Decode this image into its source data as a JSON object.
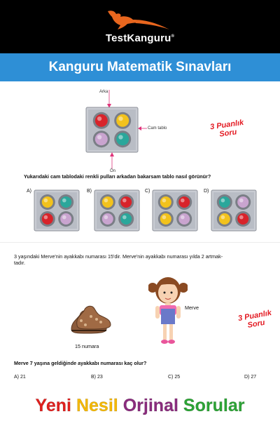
{
  "header": {
    "logo_text": "TestKanguru",
    "logo_reg": "®"
  },
  "title": "Kanguru Matematik Sınavları",
  "q1": {
    "arrow_top_label": "Arka",
    "arrow_bottom_label": "Ön",
    "side_label": "Cam tablo",
    "points_line1": "3 Puanlık",
    "points_line2": "Soru",
    "question": "Yukarıdaki cam tablodaki renkli pulları arkadan bakarsam tablo nasıl görünür?",
    "main_board": [
      "red",
      "yellow",
      "purple",
      "teal"
    ],
    "options": [
      {
        "letter": "A)",
        "colors": [
          "yellow",
          "teal",
          "red",
          "purple"
        ]
      },
      {
        "letter": "B)",
        "colors": [
          "yellow",
          "red",
          "purple",
          "teal"
        ]
      },
      {
        "letter": "C)",
        "colors": [
          "yellow",
          "red",
          "yellow",
          "purple"
        ]
      },
      {
        "letter": "D)",
        "colors": [
          "teal",
          "purple",
          "yellow",
          "red"
        ]
      }
    ]
  },
  "q2": {
    "intro": "3 yaşındaki Merve'nin ayakkabı numarası 15'dir. Merve'nin ayakkabı numarası yılda 2 artmak-",
    "intro_cont": "tadır.",
    "girl_label": "Merve",
    "shoe_label": "15 numara",
    "points_line1": "3 Puanlık",
    "points_line2": "Soru",
    "question": "Merve 7 yaşına geldiğinde ayakkabı numarası kaç olur?",
    "answers": [
      "A) 21",
      "B) 23",
      "C) 25",
      "D) 27"
    ]
  },
  "footer": {
    "words": [
      "Yeni",
      "Nesil",
      "Orjinal",
      "Sorular"
    ]
  },
  "colors": {
    "red": "#d8232a",
    "yellow": "#f2c21c",
    "purple": "#c9a4cf",
    "teal": "#2aa79b",
    "title_bar": "#2e8fd6"
  }
}
